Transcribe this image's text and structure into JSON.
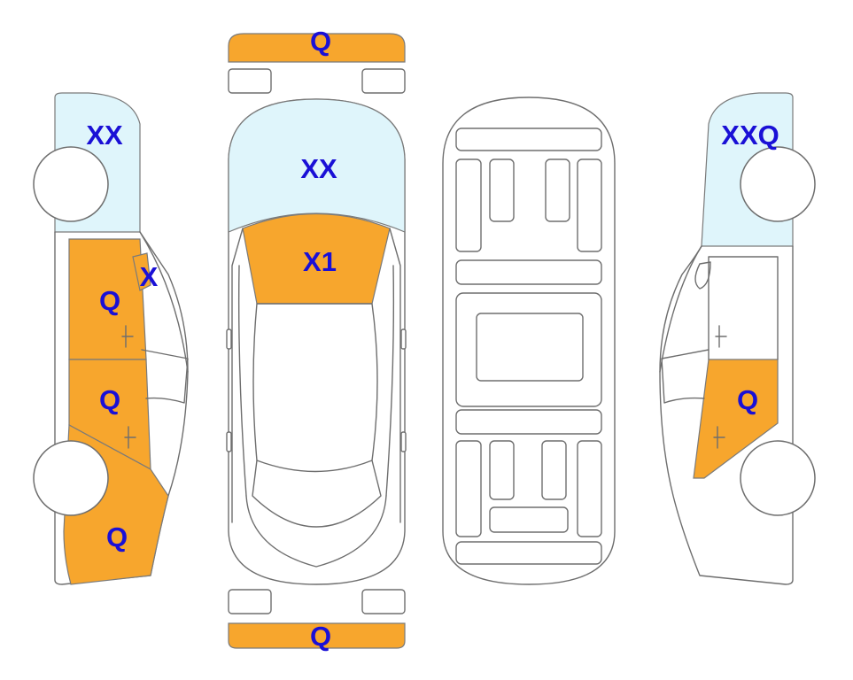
{
  "colors": {
    "damage": "#f7a62d",
    "glass": "#dff5fb",
    "label": "#1a10d6",
    "outline": "#6e6e6e"
  },
  "labels": {
    "front_bumper": "Q",
    "rear_bumper": "Q",
    "windshield": "XX",
    "hood": "X1",
    "left_windshield": "XX",
    "left_mirror": "X",
    "left_front_door": "Q",
    "left_rear_door": "Q",
    "left_rear_quarter": "Q",
    "right_windshield": "XXQ",
    "right_door": "Q"
  }
}
